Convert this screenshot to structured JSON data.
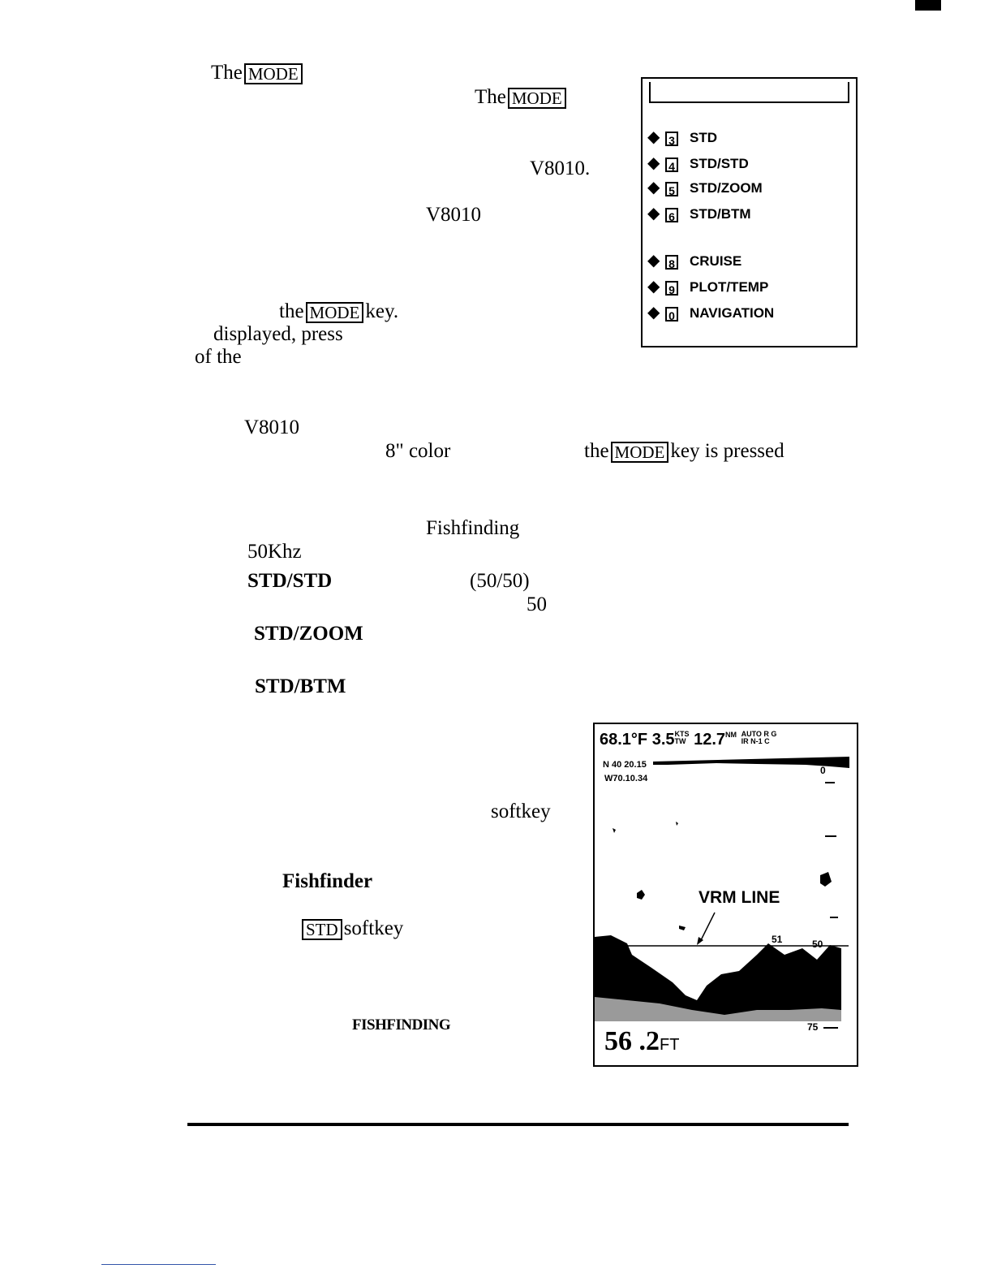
{
  "body": {
    "line1": "The",
    "line2": "The",
    "v1": "V8010.",
    "v2": "V8010",
    "line3a": "the",
    "line3b": "key.",
    "line4": "displayed, press",
    "line5": "of the",
    "v3": "V8010",
    "color": "8\" color",
    "line6a": "the",
    "line6b": "key is pressed",
    "fishfinding": "Fishfinding",
    "khz": "50Khz",
    "stdstd": "STD/STD",
    "ratio": "(50/50)",
    "fifty": "50",
    "stdzoom": "STD/ZOOM",
    "stdbtm": "STD/BTM",
    "softkey1": "softkey",
    "fishfinder": "Fishfinder",
    "softkey2": "softkey",
    "fishfinding_caps": "FISHFINDING"
  },
  "keys": {
    "mode": "MODE",
    "std": "STD"
  },
  "mode_menu": {
    "items": [
      {
        "num": "3",
        "label": "STD"
      },
      {
        "num": "4",
        "label": "STD/STD"
      },
      {
        "num": "5",
        "label": "STD/ZOOM"
      },
      {
        "num": "6",
        "label": "STD/BTM"
      },
      {
        "num": "8",
        "label": "CRUISE"
      },
      {
        "num": "9",
        "label": "PLOT/TEMP"
      },
      {
        "num": "0",
        "label": "NAVIGATION"
      }
    ]
  },
  "fishfinder_screen": {
    "temp": "68.1°F",
    "speed": "3.5",
    "speed_unit_top": "KTS",
    "speed_unit_bottom": "TW",
    "distance": "12.7",
    "distance_unit": "NM",
    "auto_top": "AUTO R G",
    "auto_bottom": "IR N-1 C",
    "lat": "N 40 20.15",
    "lon": "W70.10.34",
    "vrm_label": "VRM LINE",
    "scale_0": "0",
    "scale_50": "50",
    "scale_51": "51",
    "scale_75": "75",
    "depth": "56 .2",
    "depth_unit": "FT"
  }
}
